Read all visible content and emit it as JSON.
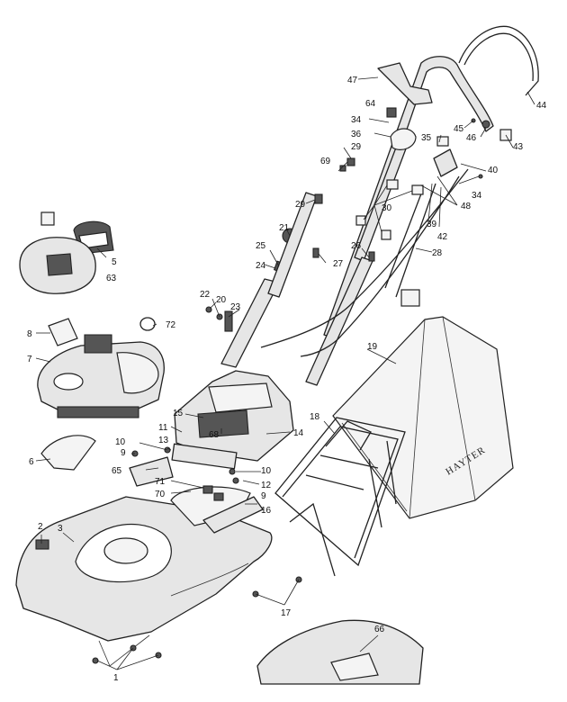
{
  "brand_label": "HAYTER",
  "callouts": [
    {
      "id": "c1",
      "label": "1"
    },
    {
      "id": "c2",
      "label": "2"
    },
    {
      "id": "c3",
      "label": "3"
    },
    {
      "id": "c5",
      "label": "5"
    },
    {
      "id": "c6",
      "label": "6"
    },
    {
      "id": "c7",
      "label": "7"
    },
    {
      "id": "c8",
      "label": "8"
    },
    {
      "id": "c9a",
      "label": "9"
    },
    {
      "id": "c9b",
      "label": "9"
    },
    {
      "id": "c10a",
      "label": "10"
    },
    {
      "id": "c10b",
      "label": "10"
    },
    {
      "id": "c11",
      "label": "11"
    },
    {
      "id": "c12",
      "label": "12"
    },
    {
      "id": "c13",
      "label": "13"
    },
    {
      "id": "c14",
      "label": "14"
    },
    {
      "id": "c15",
      "label": "15"
    },
    {
      "id": "c16",
      "label": "16"
    },
    {
      "id": "c17",
      "label": "17"
    },
    {
      "id": "c18",
      "label": "18"
    },
    {
      "id": "c19",
      "label": "19"
    },
    {
      "id": "c20",
      "label": "20"
    },
    {
      "id": "c21",
      "label": "21"
    },
    {
      "id": "c22",
      "label": "22"
    },
    {
      "id": "c23",
      "label": "23"
    },
    {
      "id": "c24",
      "label": "24"
    },
    {
      "id": "c25",
      "label": "25"
    },
    {
      "id": "c26",
      "label": "26"
    },
    {
      "id": "c27",
      "label": "27"
    },
    {
      "id": "c28",
      "label": "28"
    },
    {
      "id": "c29a",
      "label": "29"
    },
    {
      "id": "c29b",
      "label": "29"
    },
    {
      "id": "c30",
      "label": "30"
    },
    {
      "id": "c34a",
      "label": "34"
    },
    {
      "id": "c34b",
      "label": "34"
    },
    {
      "id": "c35",
      "label": "35"
    },
    {
      "id": "c36",
      "label": "36"
    },
    {
      "id": "c39",
      "label": "39"
    },
    {
      "id": "c40",
      "label": "40"
    },
    {
      "id": "c42",
      "label": "42"
    },
    {
      "id": "c43",
      "label": "43"
    },
    {
      "id": "c44",
      "label": "44"
    },
    {
      "id": "c45",
      "label": "45"
    },
    {
      "id": "c46",
      "label": "46"
    },
    {
      "id": "c47",
      "label": "47"
    },
    {
      "id": "c48",
      "label": "48"
    },
    {
      "id": "c63",
      "label": "63"
    },
    {
      "id": "c64",
      "label": "64"
    },
    {
      "id": "c65",
      "label": "65"
    },
    {
      "id": "c66",
      "label": "66"
    },
    {
      "id": "c68",
      "label": "68"
    },
    {
      "id": "c69",
      "label": "69"
    },
    {
      "id": "c70",
      "label": "70"
    },
    {
      "id": "c71",
      "label": "71"
    },
    {
      "id": "c72",
      "label": "72"
    }
  ]
}
